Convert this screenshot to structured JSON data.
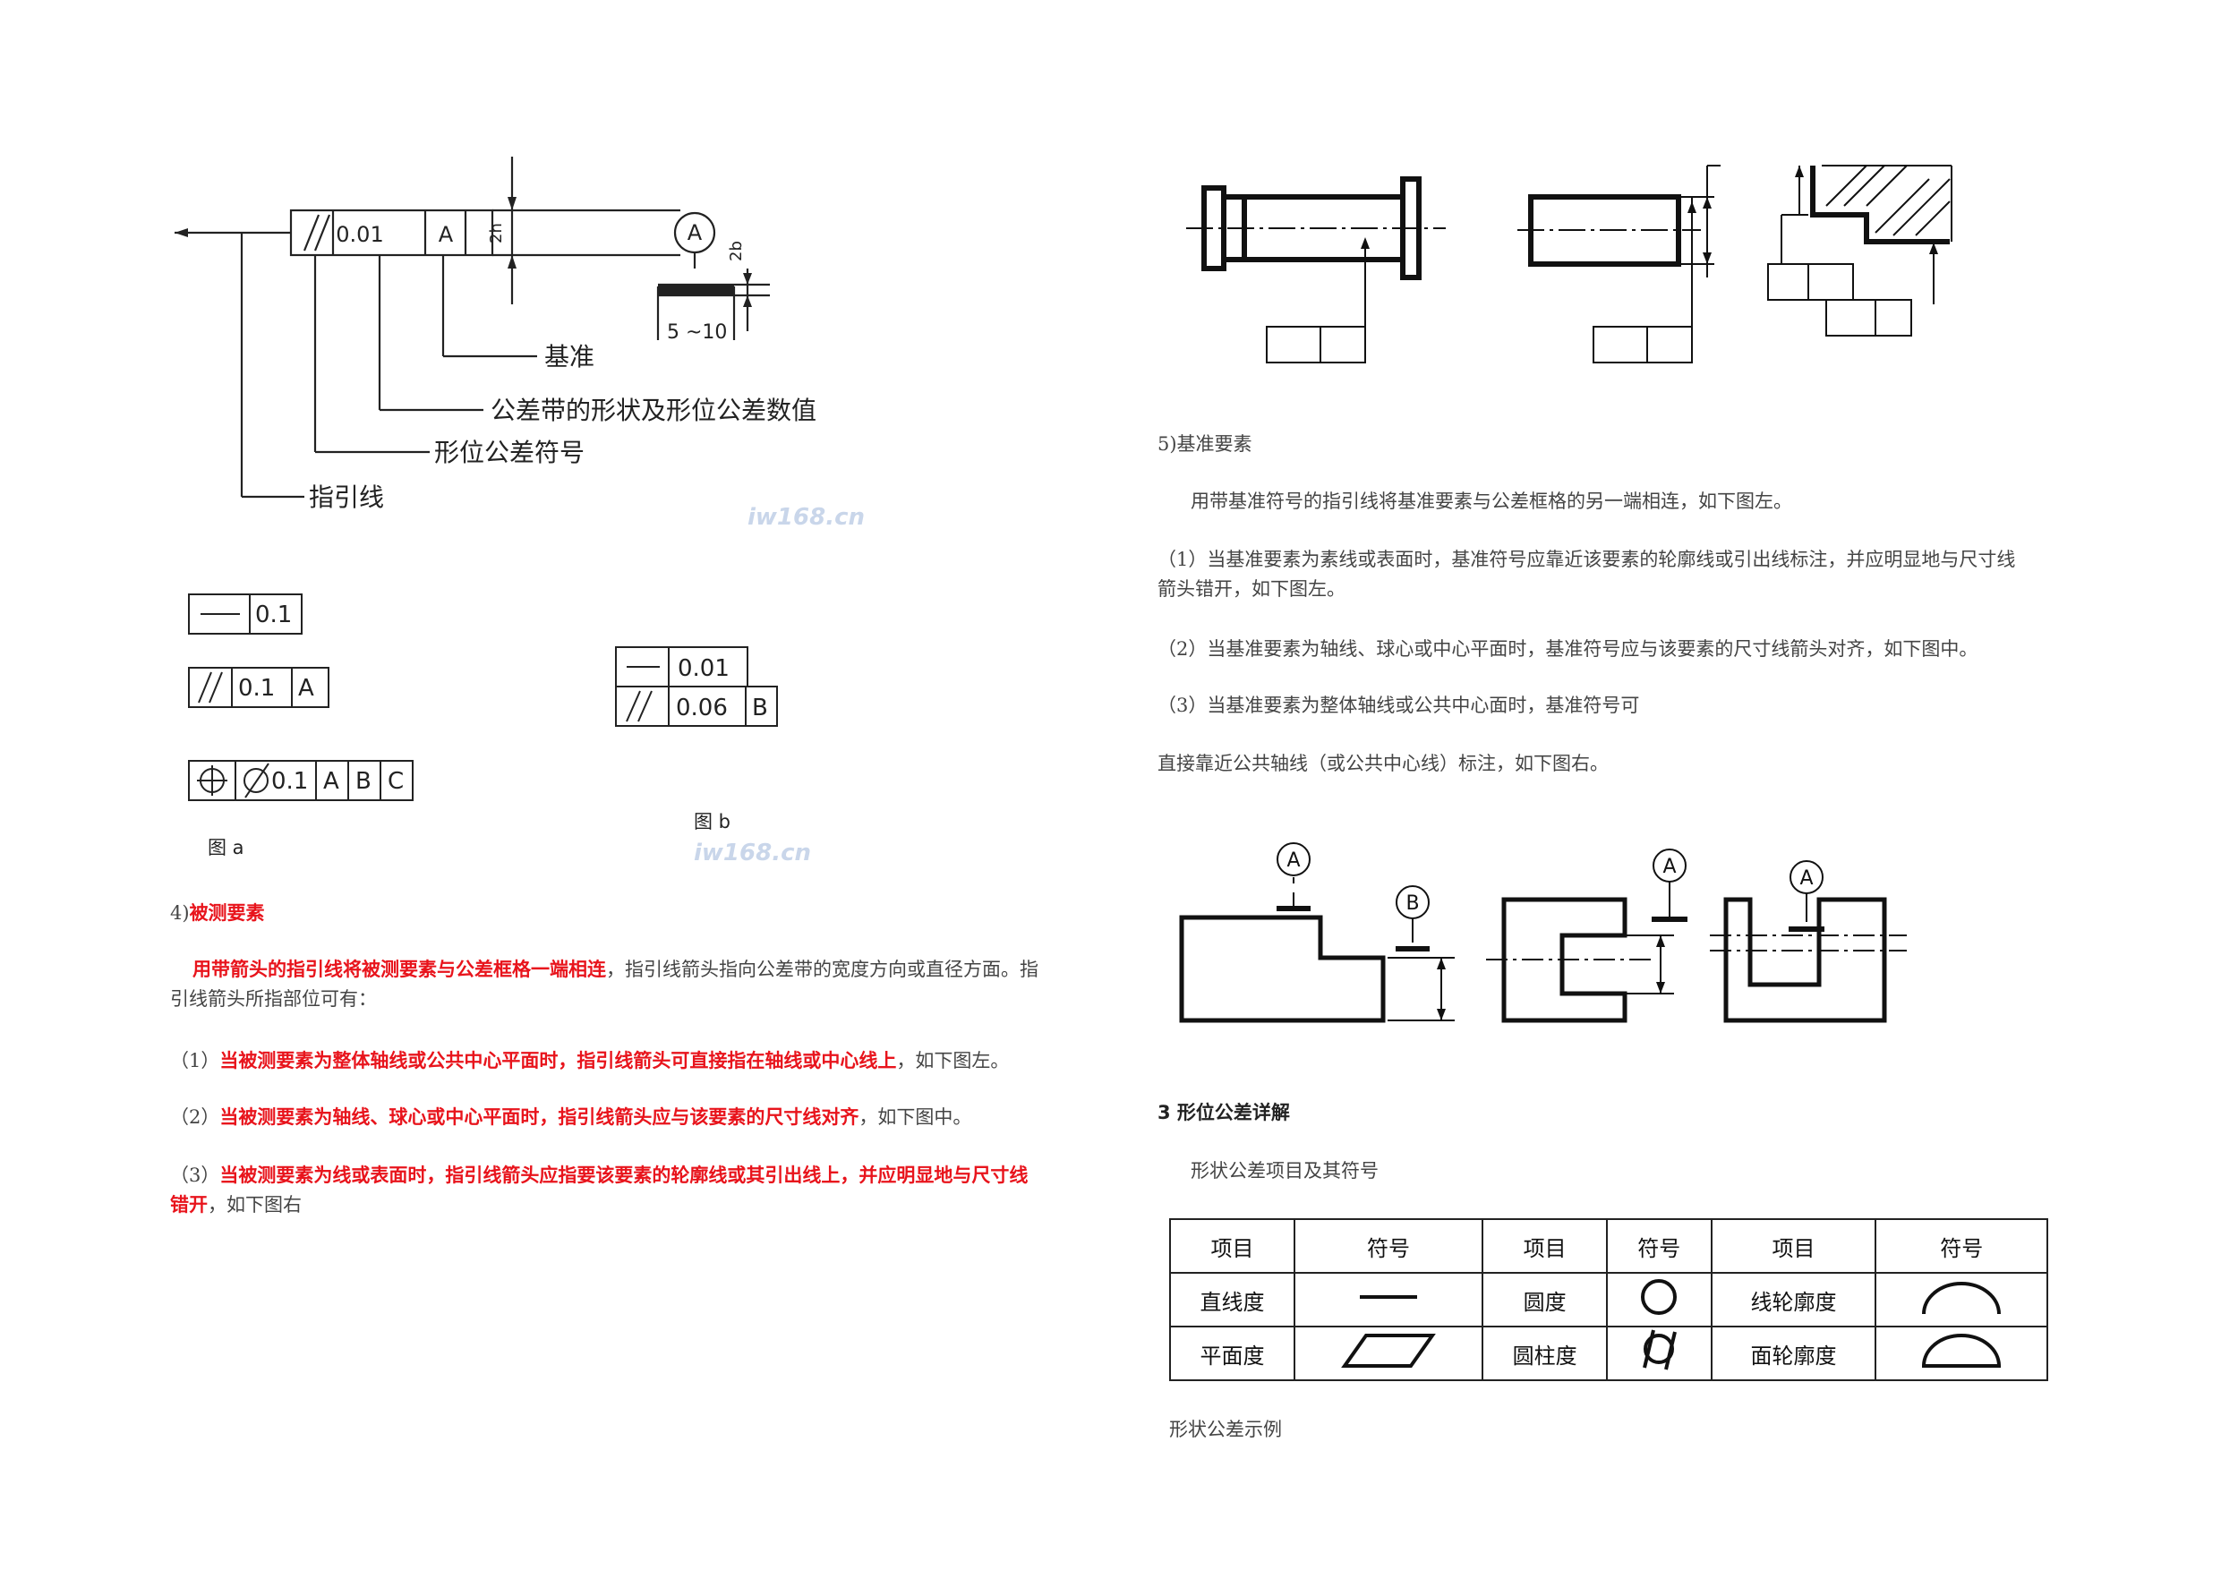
{
  "fig_left_top": {
    "label_datum": "基准",
    "label_zone": "公差带的形状及形位公差数值",
    "label_symbol": "形位公差符号",
    "label_leader": "指引线",
    "frame_value": "0.01",
    "frame_datum": "A",
    "dim_2h": "2h",
    "dim_2b": "2b",
    "dim_range": "5 ~10",
    "circle_letter": "A"
  },
  "watermark": "iw168.cn",
  "fig_a": {
    "caption": "图 a",
    "f1_value": "0.1",
    "f2_value": "0.1",
    "f2_datum": "A",
    "f3_value": "0.1",
    "f3_d1": "A",
    "f3_d2": "B",
    "f3_d3": "C"
  },
  "fig_b": {
    "caption": "图 b",
    "f1_value": "0.01",
    "f2_value": "0.06",
    "f2_datum": "B"
  },
  "section4": {
    "heading_num": "4)",
    "heading": "被测要素",
    "p1_red": "用带箭头的指引线将被测要素与公差框格一端相连",
    "p1_rest": "，指引线箭头指向公差带的宽度方向或直径方面。指",
    "p1_line2": "引线箭头所指部位可有：",
    "p2_num": "（1）",
    "p2_red": "当被测要素为整体轴线或公共中心平面时，指引线箭头可直接指在轴线或中心线上",
    "p2_rest": "，如下图左。",
    "p3_num": "（2）",
    "p3_red": "当被测要素为轴线、球心或中心平面时，指引线箭头应与该要素的尺寸线对齐",
    "p3_rest": "，如下图中。",
    "p4_num": "（3）",
    "p4_red": "当被测要素为线或表面时，指引线箭头应指要该要素的轮廓线或其引出线上，并应明显地与尺寸线",
    "p4_red2": "错开",
    "p4_rest": "，如下图右"
  },
  "section5": {
    "heading": "5)基准要素",
    "p1": "用带基准符号的指引线将基准要素与公差框格的另一端相连，如下图左。",
    "p2_line1": "（1）当基准要素为素线或表面时，基准符号应靠近该要素的轮廓线或引出线标注，并应明显地与尺寸线",
    "p2_line2": "箭头错开，如下图左。",
    "p3": "（2）当基准要素为轴线、球心或中心平面时，基准符号应与该要素的尺寸线箭头对齐，如下图中。",
    "p4": "（3）当基准要素为整体轴线或公共中心面时，基准符号可",
    "p5": "直接靠近公共轴线（或公共中心线）标注，如下图右。"
  },
  "datum_fig": {
    "a": "A",
    "b": "B"
  },
  "section3": {
    "heading": "3  形位公差详解",
    "intro": "形状公差项目及其符号",
    "table_header": [
      "项目",
      "符号",
      "项目",
      "符号",
      "项目",
      "符号"
    ],
    "row1": [
      "直线度",
      "圆度",
      "线轮廓度"
    ],
    "row2": [
      "平面度",
      "圆柱度",
      "面轮廓度"
    ],
    "footer": "形状公差示例"
  }
}
